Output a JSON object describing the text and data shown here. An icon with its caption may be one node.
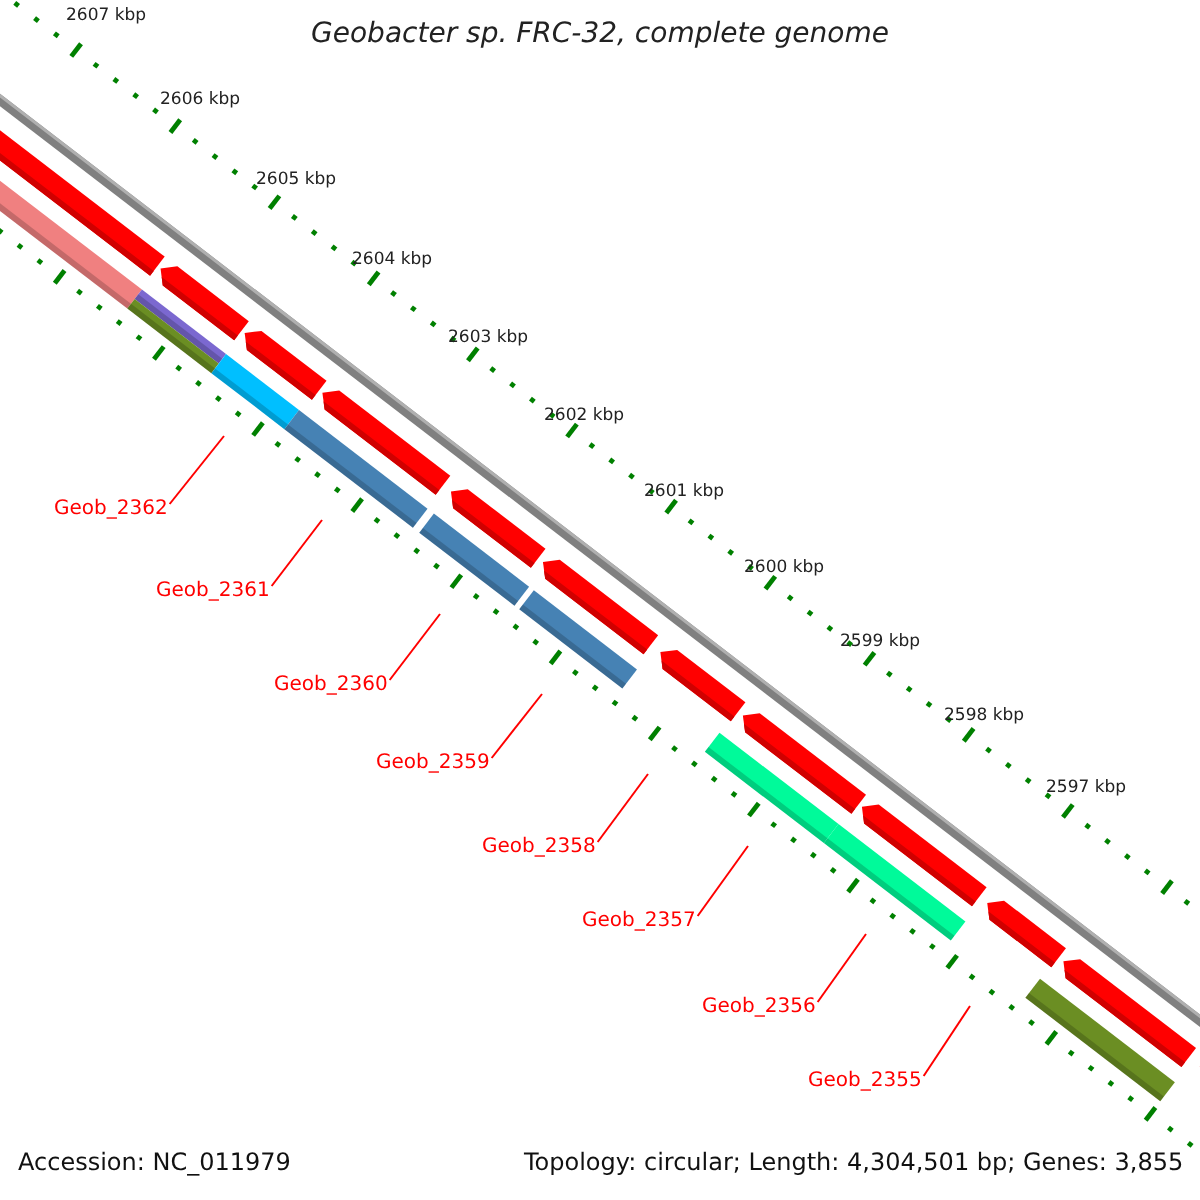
{
  "diagram": {
    "title": "Geobacter sp. FRC-32, complete genome",
    "nodes": [
      {
        "text": [
          "Geob_2362"
        ]
      },
      {
        "text": [
          "Geob_2361"
        ]
      },
      {
        "text": [
          "Geob_2360"
        ]
      },
      {
        "text": [
          "Geob_2359"
        ]
      },
      {
        "text": [
          "Geob_2358"
        ]
      },
      {
        "text": [
          "Geob_2357"
        ]
      },
      {
        "text": [
          "Geob_2356"
        ]
      },
      {
        "text": [
          "Geob_2355"
        ]
      }
    ],
    "edges": [
      {
        "from": 0,
        "to": null,
        "arrow": "none"
      },
      {
        "from": 1,
        "to": null,
        "arrow": "none"
      },
      {
        "from": 2,
        "to": null,
        "arrow": "none"
      },
      {
        "from": 3,
        "to": null,
        "arrow": "none"
      },
      {
        "from": 4,
        "to": null,
        "arrow": "none"
      },
      {
        "from": 5,
        "to": null,
        "arrow": "none"
      },
      {
        "from": 6,
        "to": null,
        "arrow": "none"
      },
      {
        "from": 7,
        "to": null,
        "arrow": "none"
      }
    ],
    "labels": [
      "2607 kbp",
      "2606 kbp",
      "2605 kbp",
      "2604 kbp",
      "2603 kbp",
      "2602 kbp",
      "2601 kbp",
      "2600 kbp",
      "2599 kbp",
      "2598 kbp",
      "2597 kbp",
      "Accession: NC_011979",
      "Topology: circular; Length: 4,304,501 bp; Genes: 3,855"
    ]
  }
}
